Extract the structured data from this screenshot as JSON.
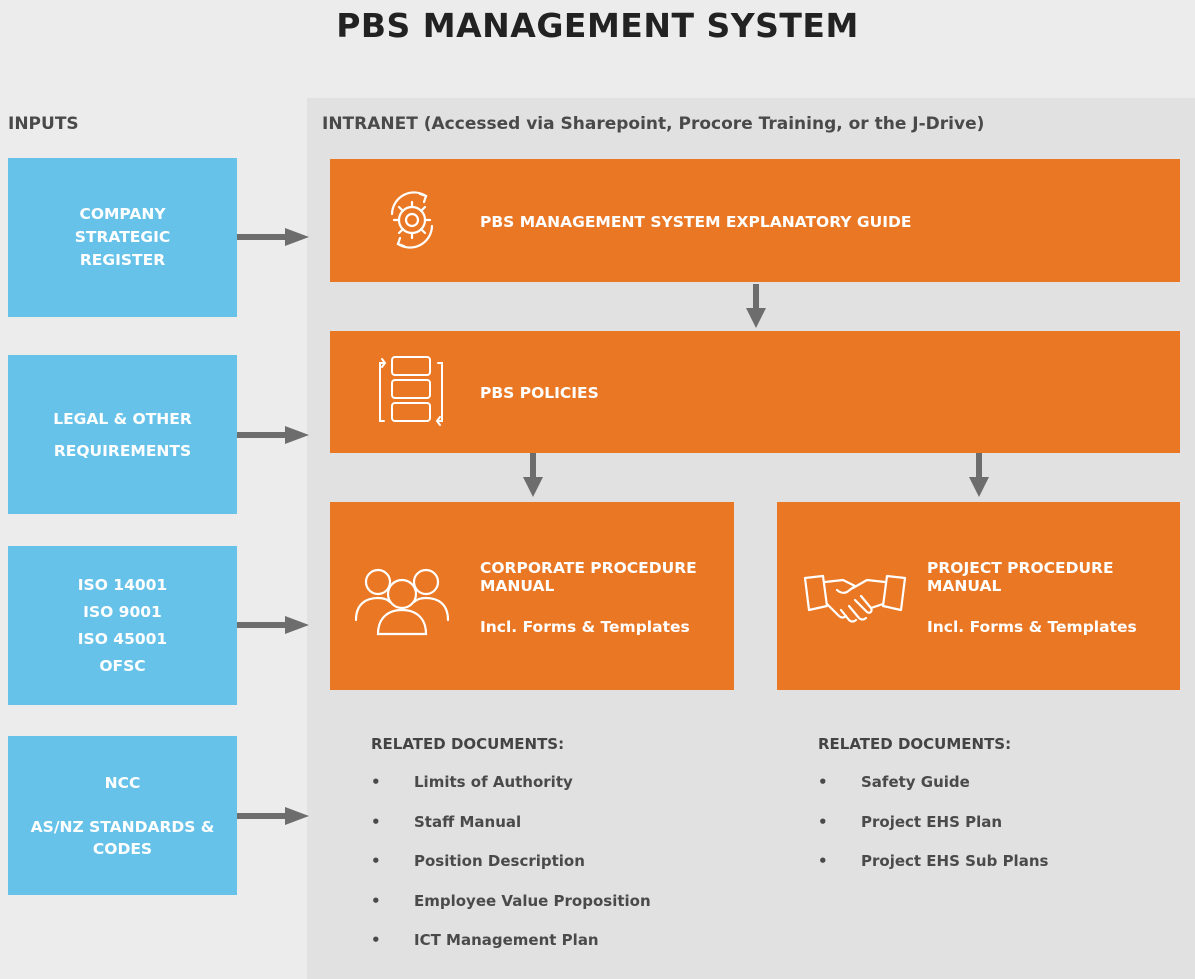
{
  "title": "PBS MANAGEMENT SYSTEM",
  "inputs_label": "INPUTS",
  "intranet_label": "INTRANET (Accessed via Sharepoint, Procore Training, or the J-Drive)",
  "inputs": [
    {
      "lines": [
        "COMPANY",
        "STRATEGIC",
        "REGISTER"
      ]
    },
    {
      "lines": [
        "LEGAL & OTHER",
        "REQUIREMENTS"
      ]
    },
    {
      "lines": [
        "ISO 14001",
        "ISO 9001",
        "ISO 45001",
        "OFSC"
      ]
    },
    {
      "lines": [
        "NCC",
        "",
        "AS/NZ STANDARDS &",
        "CODES"
      ]
    }
  ],
  "guide": {
    "label": "PBS MANAGEMENT SYSTEM EXPLANATORY GUIDE",
    "icon": "gear-cycle-icon"
  },
  "policies": {
    "label": "PBS POLICIES",
    "icon": "stacked-layers-icon"
  },
  "corporate": {
    "label_lines": [
      "CORPORATE PROCEDURE",
      "MANUAL"
    ],
    "sub": "Incl. Forms & Templates",
    "icon": "people-group-icon"
  },
  "project": {
    "label_lines": [
      "PROJECT PROCEDURE",
      "MANUAL"
    ],
    "sub": "Incl. Forms & Templates",
    "icon": "handshake-icon"
  },
  "related_corporate": {
    "heading": "RELATED DOCUMENTS:",
    "items": [
      "Limits of Authority",
      "Staff Manual",
      "Position Description",
      "Employee Value Proposition",
      "ICT Management Plan"
    ]
  },
  "related_project": {
    "heading": "RELATED DOCUMENTS:",
    "items": [
      "Safety Guide",
      "Project EHS Plan",
      "Project EHS Sub Plans"
    ]
  },
  "bullet": "•",
  "colors": {
    "input_blue": "#67c2ea",
    "box_orange": "#ea7724",
    "arrow_gray": "#6d6d6d",
    "panel_gray": "#e1e1e1",
    "background": "#ececec"
  }
}
